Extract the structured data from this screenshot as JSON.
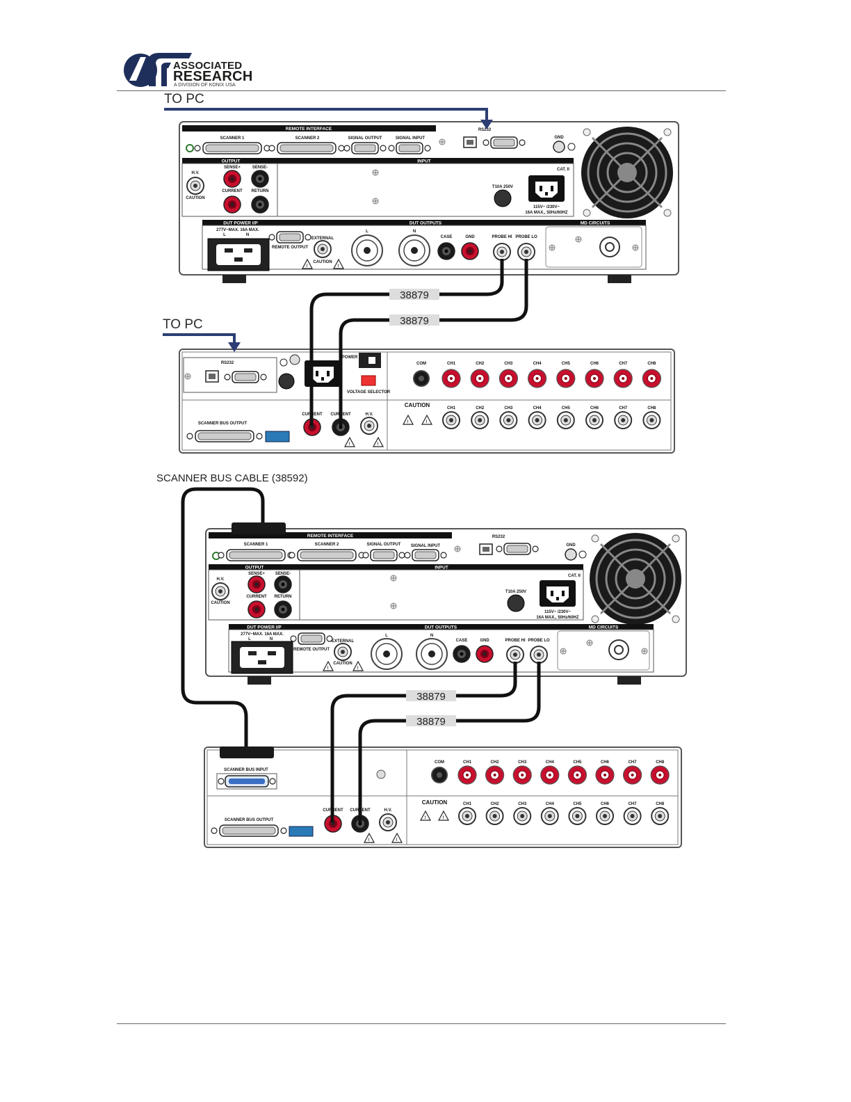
{
  "header": {
    "logo_line1": "ASSOCIATED",
    "logo_line2": "RESEARCH",
    "logo_line3": "A DIVISION OF KONIX USA"
  },
  "labels": {
    "to_pc_1": "TO PC",
    "to_pc_2": "TO PC",
    "scanner_bus_cable": "SCANNER BUS CABLE (38592)"
  },
  "tester_panel": {
    "remote_interface": "REMOTE INTERFACE",
    "scanner1": "SCANNER 1",
    "scanner2": "SCANNER 2",
    "signal_output": "SIGNAL OUTPUT",
    "signal_input": "SIGNAL INPUT",
    "rs232": "RS232",
    "gnd": "GND",
    "output": "OUTPUT",
    "input": "INPUT",
    "hv": "H.V.",
    "sense_plus": "SENSE+",
    "sense_minus": "SENSE-",
    "current": "CURRENT",
    "return": "RETURN",
    "caution": "CAUTION",
    "cat": "CAT. II",
    "fuse": "T10A 250V",
    "mains": "115V~ /230V~",
    "mains2": "16A MAX., 50Hz/60HZ",
    "dut_power": "DUT POWER I/P",
    "dut_power_rating": "277V~MAX. 16A MAX.",
    "l": "L",
    "n": "N",
    "remote_output": "REMOTE OUTPUT",
    "external": "EXTERNAL",
    "dut_outputs": "DUT OUTPUTS",
    "case": "CASE",
    "gnd2": "GND",
    "probe_hi": "PROBE HI",
    "probe_lo": "PROBE LO",
    "md_circuits": "MD CIRCUITS"
  },
  "scanner_panel": {
    "rs232": "RS232",
    "power": "POWER",
    "voltage_selector": "VOLTAGE SELECTOR",
    "com": "COM",
    "channels": [
      "CH1",
      "CH2",
      "CH3",
      "CH4",
      "CH5",
      "CH6",
      "CH7",
      "CH8"
    ],
    "caution": "CAUTION",
    "scanner_bus_output": "SCANNER BUS OUTPUT",
    "scanner_bus_input": "SCANNER BUS INPUT",
    "current": "CURRENT",
    "hv": "H.V."
  },
  "cables": [
    "38879",
    "38879",
    "38879",
    "38879"
  ],
  "colors": {
    "arrow": "#2c3e73",
    "red_jack": "#c8102e",
    "panel_border": "#555555",
    "header_bar": "#111111"
  }
}
